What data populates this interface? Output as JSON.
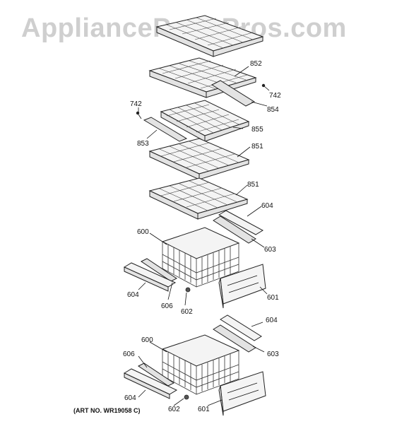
{
  "watermark": "AppliancePartsPros.com",
  "art_no": "(ART NO. WR19058 C)",
  "labels": {
    "l852": "852",
    "l742a": "742",
    "l854": "854",
    "l742b": "742",
    "l855": "855",
    "l853": "853",
    "l851a": "851",
    "l851b": "851",
    "l604a": "604",
    "l600a": "600",
    "l603a": "603",
    "l604b": "604",
    "l606a": "606",
    "l602a": "602",
    "l601a": "601",
    "l604c": "604",
    "l600b": "600",
    "l606b": "606",
    "l603b": "603",
    "l604d": "604",
    "l602b": "602",
    "l601b": "601"
  }
}
